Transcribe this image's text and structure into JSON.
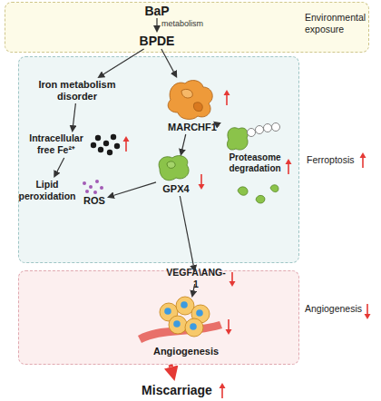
{
  "diagram": {
    "nodes": [
      {
        "text": [
          "Environmental exposure"
        ]
      },
      {
        "text": [
          "BaP"
        ],
        "in": 0
      },
      {
        "text": [
          "BPDE"
        ],
        "in": 0
      },
      {
        "text": [
          "Ferroptosis"
        ]
      },
      {
        "text": [
          "Iron metabolism disorder"
        ],
        "in": 3
      },
      {
        "text": [
          "Intracellular free Fe²⁺"
        ],
        "in": 3
      },
      {
        "text": [
          "Lipid peroxidation"
        ],
        "in": 3
      },
      {
        "text": [
          "ROS"
        ],
        "in": 3
      },
      {
        "text": [
          "MARCHF1"
        ],
        "in": 3
      },
      {
        "text": [
          "GPX4"
        ],
        "in": 3
      },
      {
        "text": [
          "Proteasome degradation"
        ],
        "in": 3
      },
      {
        "text": [
          "Angiogenesis"
        ]
      },
      {
        "text": [
          "VEGFA\\ANG-1"
        ],
        "in": 11
      },
      {
        "text": [
          "Angiogenesis"
        ],
        "in": 11
      },
      {
        "text": [
          "Miscarriage"
        ]
      }
    ],
    "edges": [
      {
        "from": 1,
        "to": 2,
        "label": "metabolism",
        "arrow": "to"
      },
      {
        "from": 2,
        "to": 4,
        "arrow": "to"
      },
      {
        "from": 2,
        "to": 8,
        "arrow": "to"
      },
      {
        "from": 4,
        "to": 5,
        "arrow": "to"
      },
      {
        "from": 5,
        "to": 6,
        "arrow": "to"
      },
      {
        "from": 8,
        "to": 9,
        "arrow": "to"
      },
      {
        "from": 8,
        "to": 10,
        "arrow": "to"
      },
      {
        "from": 9,
        "to": 7,
        "arrow": "to"
      },
      {
        "from": 9,
        "to": 12,
        "arrow": "to"
      },
      {
        "from": 12,
        "to": 13,
        "arrow": "to"
      },
      {
        "from": 11,
        "to": 14,
        "arrow": "to"
      }
    ]
  }
}
